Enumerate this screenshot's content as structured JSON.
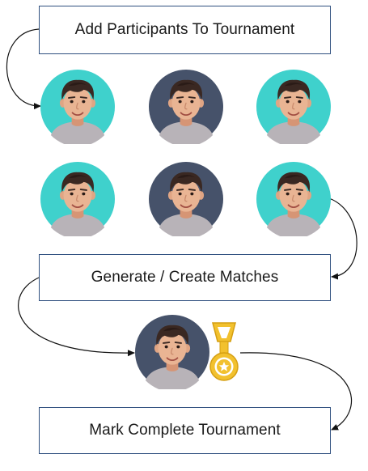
{
  "steps": {
    "add_participants": "Add Participants To Tournament",
    "generate_matches": "Generate / Create Matches",
    "mark_complete": "Mark Complete Tournament"
  },
  "participants": [
    {
      "bg": "teal"
    },
    {
      "bg": "dark"
    },
    {
      "bg": "teal"
    },
    {
      "bg": "teal"
    },
    {
      "bg": "dark"
    },
    {
      "bg": "teal"
    }
  ],
  "winner": {
    "bg": "dark",
    "award": "medal-icon"
  },
  "colors": {
    "teal": "#3fd1cc",
    "dark": "#46526a",
    "box_border": "#2f4f7f",
    "medal": "#f2c12e",
    "arrow": "#111111"
  }
}
